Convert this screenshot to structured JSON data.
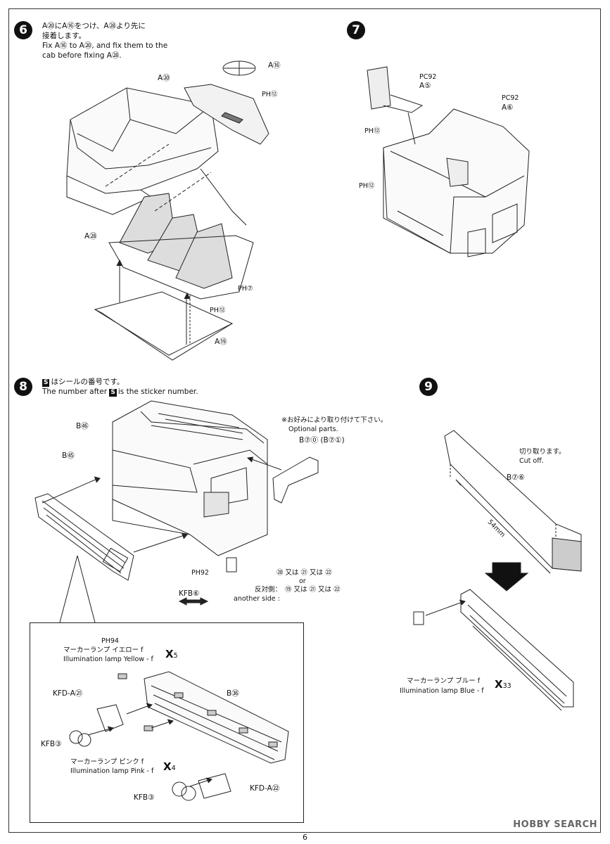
{
  "page_number": "6",
  "watermark": "HOBBY SEARCH",
  "steps": {
    "s6": {
      "num": "6",
      "jp": "A⑳にA⑯をつけ、A㉘より先に",
      "jp2": "接着します。",
      "en1": "Fix A⑯ to A⑳, and fix them to the",
      "en2": "cab before fixing A㉘.",
      "labels": [
        "A⑳",
        "A⑯",
        "PH⑫",
        "A㉘",
        "PH⑦",
        "PH⑫",
        "A⑲"
      ]
    },
    "s7": {
      "num": "7",
      "labels": [
        "PC92",
        "A⑤",
        "PH⑫",
        "PC92",
        "A⑥",
        "PH⑫"
      ]
    },
    "s8": {
      "num": "8",
      "jp": "はシールの番号です。",
      "en_pre": "The number after",
      "en_post": "is the sticker number.",
      "sticker_letter": "S",
      "optional_jp": "※お好みにより取り付けて下さい。",
      "optional_en": "Optional parts.",
      "labels": [
        "B㊻",
        "B㊺",
        "B⑦⓪ (B⑦①)",
        "PH92",
        "KFB⑥"
      ],
      "sticker_line1": "⑳ 又は ㉑ 又は ㉒",
      "sticker_or": "or",
      "another_jp": "反対側：",
      "another_en": "another side :",
      "sticker_line2": "⑲ 又は ㉑ 又は ㉒"
    },
    "s9": {
      "num": "9",
      "cut_jp": "切り取ります。",
      "cut_en": "Cut off.",
      "part": "B⑦⑥",
      "dimension": "54mm",
      "lamp_blue_jp": "マーカーランプ ブルー f",
      "lamp_blue_en": "Illumination lamp Blue - f",
      "lamp_blue_x": "X",
      "lamp_blue_num": "33"
    },
    "inset": {
      "ph": "PH94",
      "lamp_yellow_jp": "マーカーランプ イエロー f",
      "lamp_yellow_en": "Illumination lamp Yellow - f",
      "yellow_x": "X",
      "yellow_num": "5",
      "kfd_a21": "KFD-A㉑",
      "b36": "B㊱",
      "kfb3a": "KFB③",
      "lamp_pink_jp": "マーカーランプ ピンク f",
      "lamp_pink_en": "Illumination lamp Pink - f",
      "pink_x": "X",
      "pink_num": "4",
      "kfb3b": "KFB③",
      "kfd_a22": "KFD-A㉒"
    }
  }
}
